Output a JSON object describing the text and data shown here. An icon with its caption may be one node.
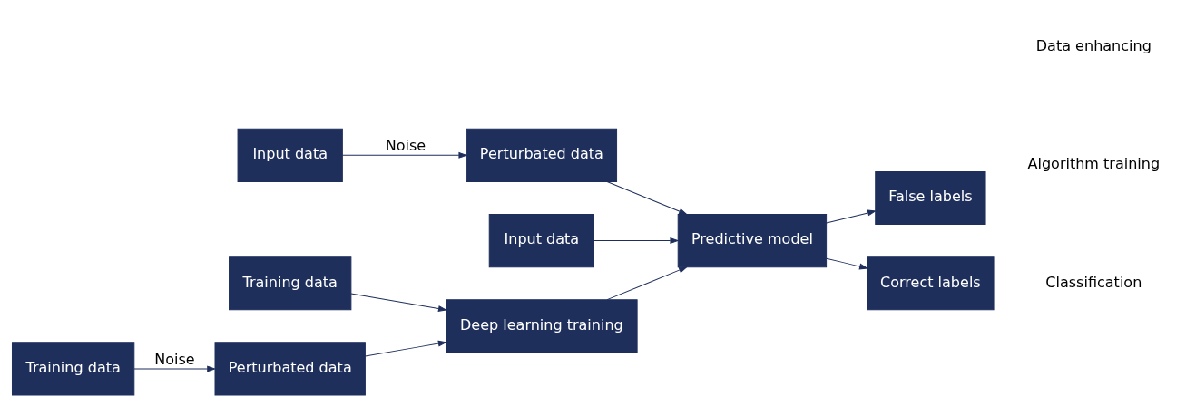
{
  "diagram": {
    "nodes": [
      {
        "text": [
          "Training data"
        ]
      },
      {
        "text": [
          "Training data"
        ]
      },
      {
        "text": [
          "Perturbated data"
        ]
      },
      {
        "text": [
          "Deep learning training"
        ]
      },
      {
        "text": [
          "Input data"
        ]
      },
      {
        "text": [
          "Predictive model"
        ]
      },
      {
        "text": [
          "False labels"
        ]
      },
      {
        "text": [
          "Correct labels"
        ]
      },
      {
        "text": [
          "Input data"
        ]
      },
      {
        "text": [
          "Perturbated data"
        ]
      }
    ],
    "edges": [
      {
        "from": 1,
        "to": 2,
        "arrow": "to",
        "label": "Noise"
      },
      {
        "from": 2,
        "to": 3,
        "arrow": "to"
      },
      {
        "from": 0,
        "to": 3,
        "arrow": "to"
      },
      {
        "from": 3,
        "to": 5,
        "arrow": "to"
      },
      {
        "from": 4,
        "to": 5,
        "arrow": "to"
      },
      {
        "from": 5,
        "to": 6,
        "arrow": "to"
      },
      {
        "from": 5,
        "to": 7,
        "arrow": "to"
      },
      {
        "from": 8,
        "to": 9,
        "arrow": "to",
        "label": "Noise"
      },
      {
        "from": 9,
        "to": 5,
        "arrow": "to"
      }
    ],
    "labels": [
      "Data enhancing",
      "Algorithm training",
      "Classification"
    ]
  }
}
